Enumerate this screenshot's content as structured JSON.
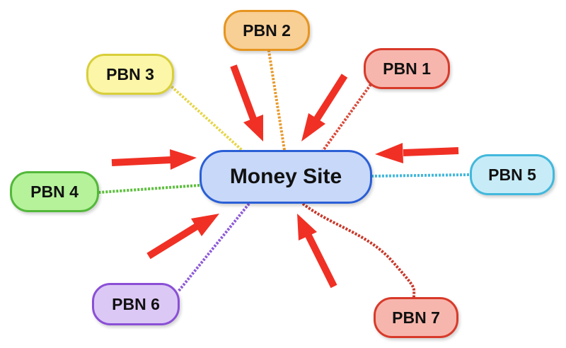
{
  "center": {
    "label": "Money Site",
    "fill": "#c8d8f8",
    "border": "#2a5fd6"
  },
  "nodes": [
    {
      "id": "pbn1",
      "label": "PBN 1",
      "fill": "#f7b6ad",
      "border": "#d83a2a",
      "link_color": "#d94a3a"
    },
    {
      "id": "pbn2",
      "label": "PBN 2",
      "fill": "#f8cf95",
      "border": "#e6951f",
      "link_color": "#e89a2a"
    },
    {
      "id": "pbn3",
      "label": "PBN 3",
      "fill": "#fbf6a8",
      "border": "#d8cf3a",
      "link_color": "#e6d64a"
    },
    {
      "id": "pbn4",
      "label": "PBN 4",
      "fill": "#b5f29a",
      "border": "#53b83a",
      "link_color": "#5cbf3c"
    },
    {
      "id": "pbn5",
      "label": "PBN 5",
      "fill": "#c7ecf8",
      "border": "#42b8dc",
      "link_color": "#42b8dc"
    },
    {
      "id": "pbn6",
      "label": "PBN 6",
      "fill": "#dcc8f5",
      "border": "#8a4fd6",
      "link_color": "#8e5ad8"
    },
    {
      "id": "pbn7",
      "label": "PBN 7",
      "fill": "#f7b6ad",
      "border": "#d83a2a",
      "link_color": "#c8382a"
    }
  ],
  "arrow_color": "#f03024"
}
